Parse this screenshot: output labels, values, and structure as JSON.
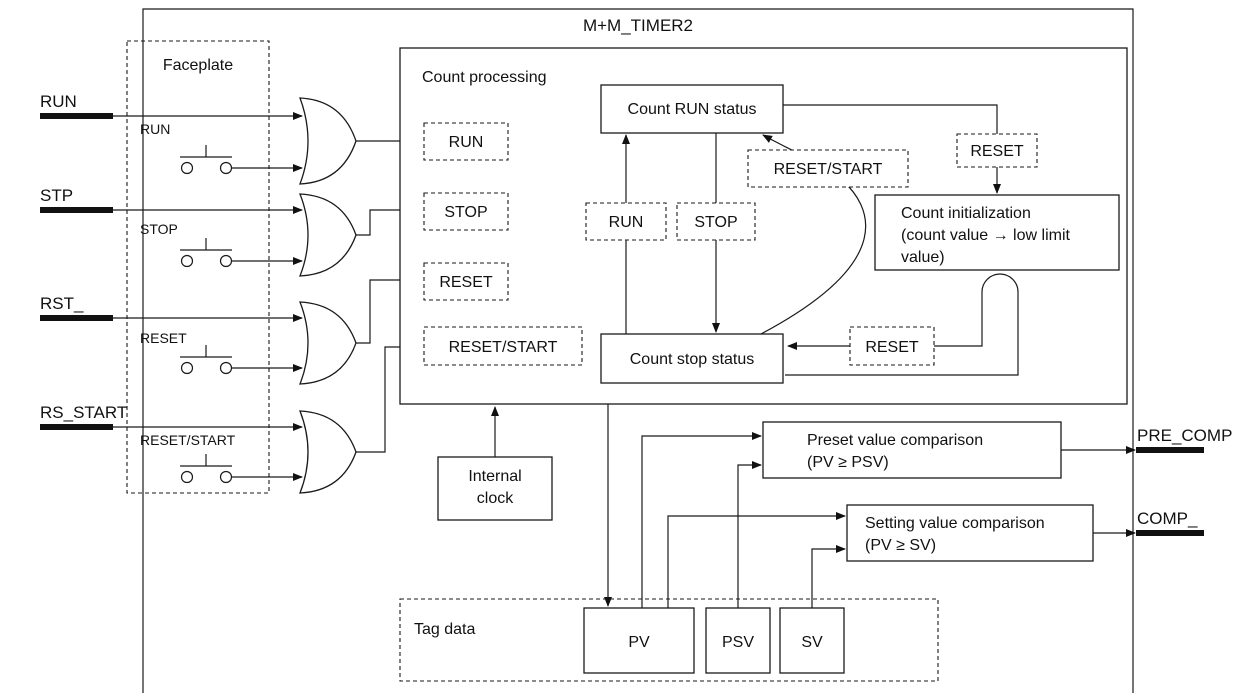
{
  "block_title": "M+M_TIMER2",
  "inputs": [
    "RUN",
    "STP",
    "RST_",
    "RS_START"
  ],
  "outputs": [
    "PRE_COMP",
    "COMP_"
  ],
  "faceplate": {
    "title": "Faceplate",
    "buttons": [
      "RUN",
      "STOP",
      "RESET",
      "RESET/START"
    ]
  },
  "count_processing": {
    "title": "Count processing",
    "commands": [
      "RUN",
      "STOP",
      "RESET",
      "RESET/START"
    ],
    "run_status": "Count RUN status",
    "stop_status": "Count stop status",
    "init_lines": [
      "Count initialization",
      "(count value → low limit",
      "value)"
    ],
    "transitions": {
      "run": "RUN",
      "stop": "STOP",
      "reset_start": "RESET/START",
      "reset_top": "RESET",
      "reset_bottom": "RESET"
    }
  },
  "internal_clock": [
    "Internal",
    "clock"
  ],
  "preset_comparison": [
    "Preset value comparison",
    "(PV ≥ PSV)"
  ],
  "setting_comparison": [
    "Setting value comparison",
    "(PV ≥ SV)"
  ],
  "tag_data": {
    "title": "Tag data",
    "items": [
      "PV",
      "PSV",
      "SV"
    ]
  }
}
